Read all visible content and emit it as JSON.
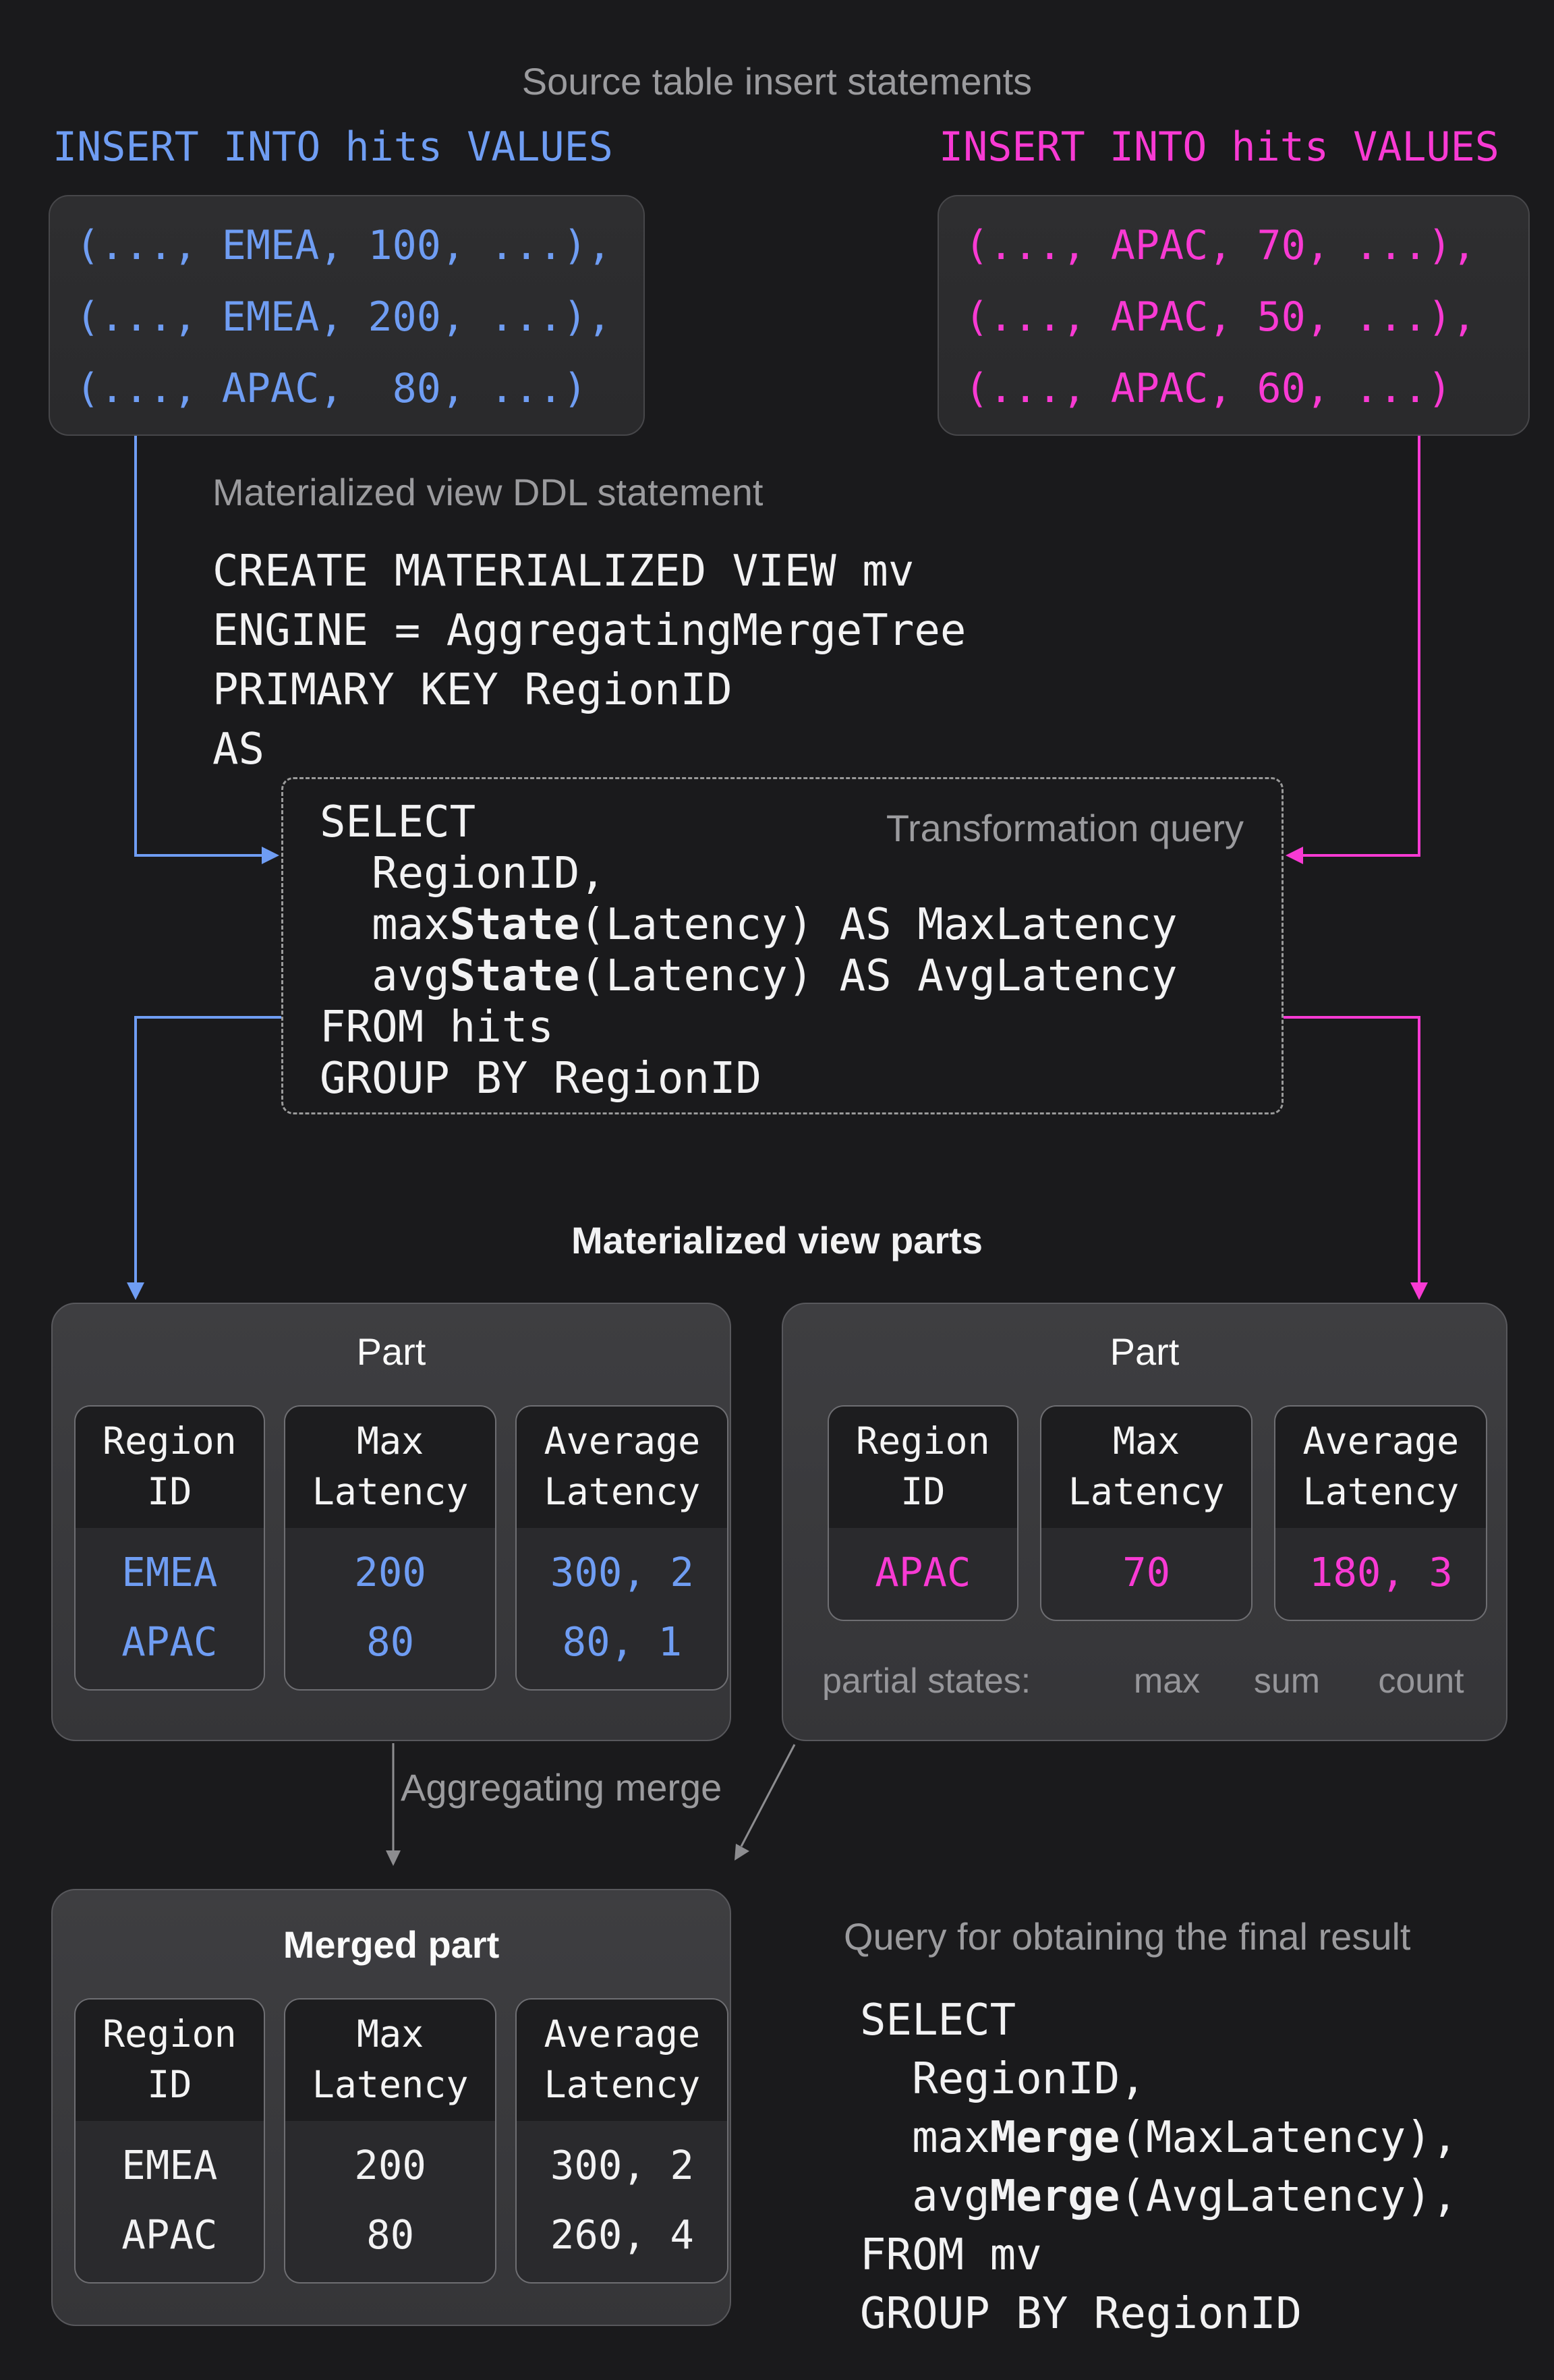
{
  "colors": {
    "background": "#1a1a1c",
    "blue": "#6f9df3",
    "pink": "#f83ad3",
    "gray_label": "#9b9b9e",
    "white_text": "#f2f2f3",
    "box_bg": "#2c2c2e",
    "box_border": "#47474a",
    "panel_bg": "#3a3a3d",
    "panel_border": "#58585c",
    "cell_border": "#6e6e72",
    "cell_header_bg": "#1d1d1f",
    "cell_body_bg": "#2a2a2d",
    "arrow_gray": "#8d8d90",
    "dashed_border": "#9a9a9a"
  },
  "titles": {
    "source_inserts": "Source table insert statements",
    "ddl_label": "Materialized view DDL statement",
    "transformation_query": "Transformation query",
    "mv_parts": "Materialized view parts",
    "aggregating_merge": "Aggregating merge",
    "final_query_label": "Query for obtaining the final result"
  },
  "insert_left": {
    "header": "INSERT INTO hits VALUES",
    "rows": [
      "(..., EMEA, 100, ...),",
      "(..., EMEA, 200, ...),",
      "(..., APAC,  80, ...)"
    ]
  },
  "insert_right": {
    "header": "INSERT INTO hits VALUES",
    "rows": [
      "(..., APAC, 70, ...),",
      "(..., APAC, 50, ...),",
      "(..., APAC, 60, ...)"
    ]
  },
  "ddl": {
    "lines": [
      "CREATE MATERIALIZED VIEW mv",
      "ENGINE = AggregatingMergeTree",
      "PRIMARY KEY RegionID",
      "AS"
    ]
  },
  "transform_query": {
    "lines": [
      {
        "pre": "SELECT"
      },
      {
        "pre": "  RegionID,"
      },
      {
        "pre": "  max",
        "bold": "State",
        "post": "(Latency) AS MaxLatency"
      },
      {
        "pre": "  avg",
        "bold": "State",
        "post": "(Latency) AS AvgLatency"
      },
      {
        "pre": "FROM hits"
      },
      {
        "pre": "GROUP BY RegionID"
      }
    ]
  },
  "part_left": {
    "title": "Part",
    "columns": [
      {
        "header": [
          "Region",
          "ID"
        ],
        "values": [
          "EMEA",
          "APAC"
        ]
      },
      {
        "header": [
          "Max",
          "Latency"
        ],
        "values": [
          "200",
          "80"
        ]
      },
      {
        "header": [
          "Average",
          "Latency"
        ],
        "values": [
          "300, 2",
          "80, 1"
        ]
      }
    ]
  },
  "part_right": {
    "title": "Part",
    "columns": [
      {
        "header": [
          "Region",
          "ID"
        ],
        "values": [
          "APAC"
        ]
      },
      {
        "header": [
          "Max",
          "Latency"
        ],
        "values": [
          "70"
        ]
      },
      {
        "header": [
          "Average",
          "Latency"
        ],
        "values": [
          "180, 3"
        ]
      }
    ],
    "partial_states_label": "partial states:",
    "partial_states": [
      "max",
      "sum",
      "count"
    ]
  },
  "merged_part": {
    "title": "Merged part",
    "columns": [
      {
        "header": [
          "Region",
          "ID"
        ],
        "values": [
          "EMEA",
          "APAC"
        ]
      },
      {
        "header": [
          "Max",
          "Latency"
        ],
        "values": [
          "200",
          "80"
        ]
      },
      {
        "header": [
          "Average",
          "Latency"
        ],
        "values": [
          "300, 2",
          "260, 4"
        ]
      }
    ]
  },
  "final_query": {
    "lines": [
      {
        "pre": "SELECT"
      },
      {
        "pre": "  RegionID,"
      },
      {
        "pre": "  max",
        "bold": "Merge",
        "post": "(MaxLatency),"
      },
      {
        "pre": "  avg",
        "bold": "Merge",
        "post": "(AvgLatency),"
      },
      {
        "pre": "FROM mv"
      },
      {
        "pre": "GROUP BY RegionID"
      }
    ]
  }
}
